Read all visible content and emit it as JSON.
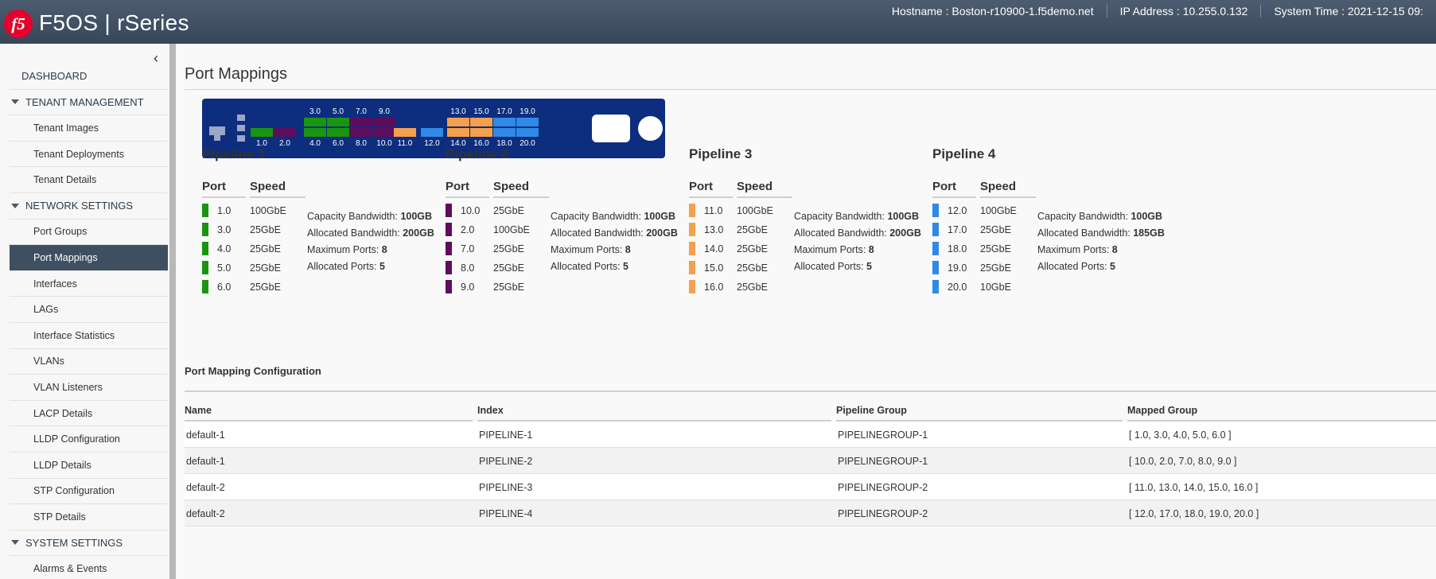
{
  "header": {
    "logo_text": "f5",
    "app_title": "F5OS | rSeries",
    "hostname": "Hostname : Boston-r10900-1.f5demo.net",
    "ip_address": "IP Address : 10.255.0.132",
    "system_time": "System Time : 2021-12-15 09:"
  },
  "sidebar": {
    "collapse_icon": "‹",
    "items": [
      {
        "label": "DASHBOARD",
        "kind": "top"
      },
      {
        "label": "TENANT MANAGEMENT",
        "kind": "section"
      },
      {
        "label": "Tenant Images",
        "kind": "item"
      },
      {
        "label": "Tenant Deployments",
        "kind": "item"
      },
      {
        "label": "Tenant Details",
        "kind": "item"
      },
      {
        "label": "NETWORK SETTINGS",
        "kind": "section"
      },
      {
        "label": "Port Groups",
        "kind": "item"
      },
      {
        "label": "Port Mappings",
        "kind": "item",
        "active": true
      },
      {
        "label": "Interfaces",
        "kind": "item"
      },
      {
        "label": "LAGs",
        "kind": "item"
      },
      {
        "label": "Interface Statistics",
        "kind": "item"
      },
      {
        "label": "VLANs",
        "kind": "item"
      },
      {
        "label": "VLAN Listeners",
        "kind": "item"
      },
      {
        "label": "LACP Details",
        "kind": "item"
      },
      {
        "label": "LLDP Configuration",
        "kind": "item"
      },
      {
        "label": "LLDP Details",
        "kind": "item"
      },
      {
        "label": "STP Configuration",
        "kind": "item"
      },
      {
        "label": "STP Details",
        "kind": "item"
      },
      {
        "label": "SYSTEM SETTINGS",
        "kind": "section"
      },
      {
        "label": "Alarms & Events",
        "kind": "item"
      }
    ]
  },
  "page": {
    "title": "Port Mappings"
  },
  "colors": {
    "pipeline1": "#18960f",
    "pipeline2": "#5e0d5c",
    "pipeline3": "#f5a04c",
    "pipeline4": "#2e8ae6",
    "chassis": "#0d2d7e"
  },
  "chassis": {
    "top_ports": [
      {
        "label": "3.0",
        "pipeline": 1
      },
      {
        "label": "5.0",
        "pipeline": 1
      },
      {
        "label": "7.0",
        "pipeline": 2
      },
      {
        "label": "9.0",
        "pipeline": 2
      },
      {
        "label": "13.0",
        "pipeline": 3
      },
      {
        "label": "15.0",
        "pipeline": 3
      },
      {
        "label": "17.0",
        "pipeline": 4
      },
      {
        "label": "19.0",
        "pipeline": 4
      }
    ],
    "bottom_ports": [
      {
        "label": "1.0",
        "pipeline": 1
      },
      {
        "label": "2.0",
        "pipeline": 2
      },
      {
        "label": "4.0",
        "pipeline": 1
      },
      {
        "label": "6.0",
        "pipeline": 1
      },
      {
        "label": "8.0",
        "pipeline": 2
      },
      {
        "label": "10.0",
        "pipeline": 2
      },
      {
        "label": "11.0",
        "pipeline": 3
      },
      {
        "label": "12.0",
        "pipeline": 4
      },
      {
        "label": "14.0",
        "pipeline": 3
      },
      {
        "label": "16.0",
        "pipeline": 3
      },
      {
        "label": "18.0",
        "pipeline": 4
      },
      {
        "label": "20.0",
        "pipeline": 4
      }
    ]
  },
  "pipelines": [
    {
      "title": "Pipeline 1",
      "port_header": "Port",
      "speed_header": "Speed",
      "ports": [
        {
          "port": "1.0",
          "speed": "100GbE"
        },
        {
          "port": "3.0",
          "speed": "25GbE"
        },
        {
          "port": "4.0",
          "speed": "25GbE"
        },
        {
          "port": "5.0",
          "speed": "25GbE"
        },
        {
          "port": "6.0",
          "speed": "25GbE"
        }
      ],
      "stats": {
        "capacity_label": "Capacity Bandwidth:",
        "capacity": "100GB",
        "allocated_label": "Allocated Bandwidth:",
        "allocated": "200GB",
        "max_ports_label": "Maximum Ports:",
        "max_ports": "8",
        "alloc_ports_label": "Allocated Ports:",
        "alloc_ports": "5"
      }
    },
    {
      "title": "Pipeline 2",
      "port_header": "Port",
      "speed_header": "Speed",
      "ports": [
        {
          "port": "10.0",
          "speed": "25GbE"
        },
        {
          "port": "2.0",
          "speed": "100GbE"
        },
        {
          "port": "7.0",
          "speed": "25GbE"
        },
        {
          "port": "8.0",
          "speed": "25GbE"
        },
        {
          "port": "9.0",
          "speed": "25GbE"
        }
      ],
      "stats": {
        "capacity_label": "Capacity Bandwidth:",
        "capacity": "100GB",
        "allocated_label": "Allocated Bandwidth:",
        "allocated": "200GB",
        "max_ports_label": "Maximum Ports:",
        "max_ports": "8",
        "alloc_ports_label": "Allocated Ports:",
        "alloc_ports": "5"
      }
    },
    {
      "title": "Pipeline 3",
      "port_header": "Port",
      "speed_header": "Speed",
      "ports": [
        {
          "port": "11.0",
          "speed": "100GbE"
        },
        {
          "port": "13.0",
          "speed": "25GbE"
        },
        {
          "port": "14.0",
          "speed": "25GbE"
        },
        {
          "port": "15.0",
          "speed": "25GbE"
        },
        {
          "port": "16.0",
          "speed": "25GbE"
        }
      ],
      "stats": {
        "capacity_label": "Capacity Bandwidth:",
        "capacity": "100GB",
        "allocated_label": "Allocated Bandwidth:",
        "allocated": "200GB",
        "max_ports_label": "Maximum Ports:",
        "max_ports": "8",
        "alloc_ports_label": "Allocated Ports:",
        "alloc_ports": "5"
      }
    },
    {
      "title": "Pipeline 4",
      "port_header": "Port",
      "speed_header": "Speed",
      "ports": [
        {
          "port": "12.0",
          "speed": "100GbE"
        },
        {
          "port": "17.0",
          "speed": "25GbE"
        },
        {
          "port": "18.0",
          "speed": "25GbE"
        },
        {
          "port": "19.0",
          "speed": "25GbE"
        },
        {
          "port": "20.0",
          "speed": "10GbE"
        }
      ],
      "stats": {
        "capacity_label": "Capacity Bandwidth:",
        "capacity": "100GB",
        "allocated_label": "Allocated Bandwidth:",
        "allocated": "185GB",
        "max_ports_label": "Maximum Ports:",
        "max_ports": "8",
        "alloc_ports_label": "Allocated Ports:",
        "alloc_ports": "5"
      }
    }
  ],
  "config": {
    "title": "Port Mapping Configuration",
    "columns": [
      "Name",
      "Index",
      "Pipeline Group",
      "Mapped Group"
    ],
    "rows": [
      [
        "default-1",
        "PIPELINE-1",
        "PIPELINEGROUP-1",
        "[ 1.0, 3.0, 4.0, 5.0, 6.0 ]"
      ],
      [
        "default-1",
        "PIPELINE-2",
        "PIPELINEGROUP-1",
        "[ 10.0, 2.0, 7.0, 8.0, 9.0 ]"
      ],
      [
        "default-2",
        "PIPELINE-3",
        "PIPELINEGROUP-2",
        "[ 11.0, 13.0, 14.0, 15.0, 16.0 ]"
      ],
      [
        "default-2",
        "PIPELINE-4",
        "PIPELINEGROUP-2",
        "[ 12.0, 17.0, 18.0, 19.0, 20.0 ]"
      ]
    ]
  }
}
